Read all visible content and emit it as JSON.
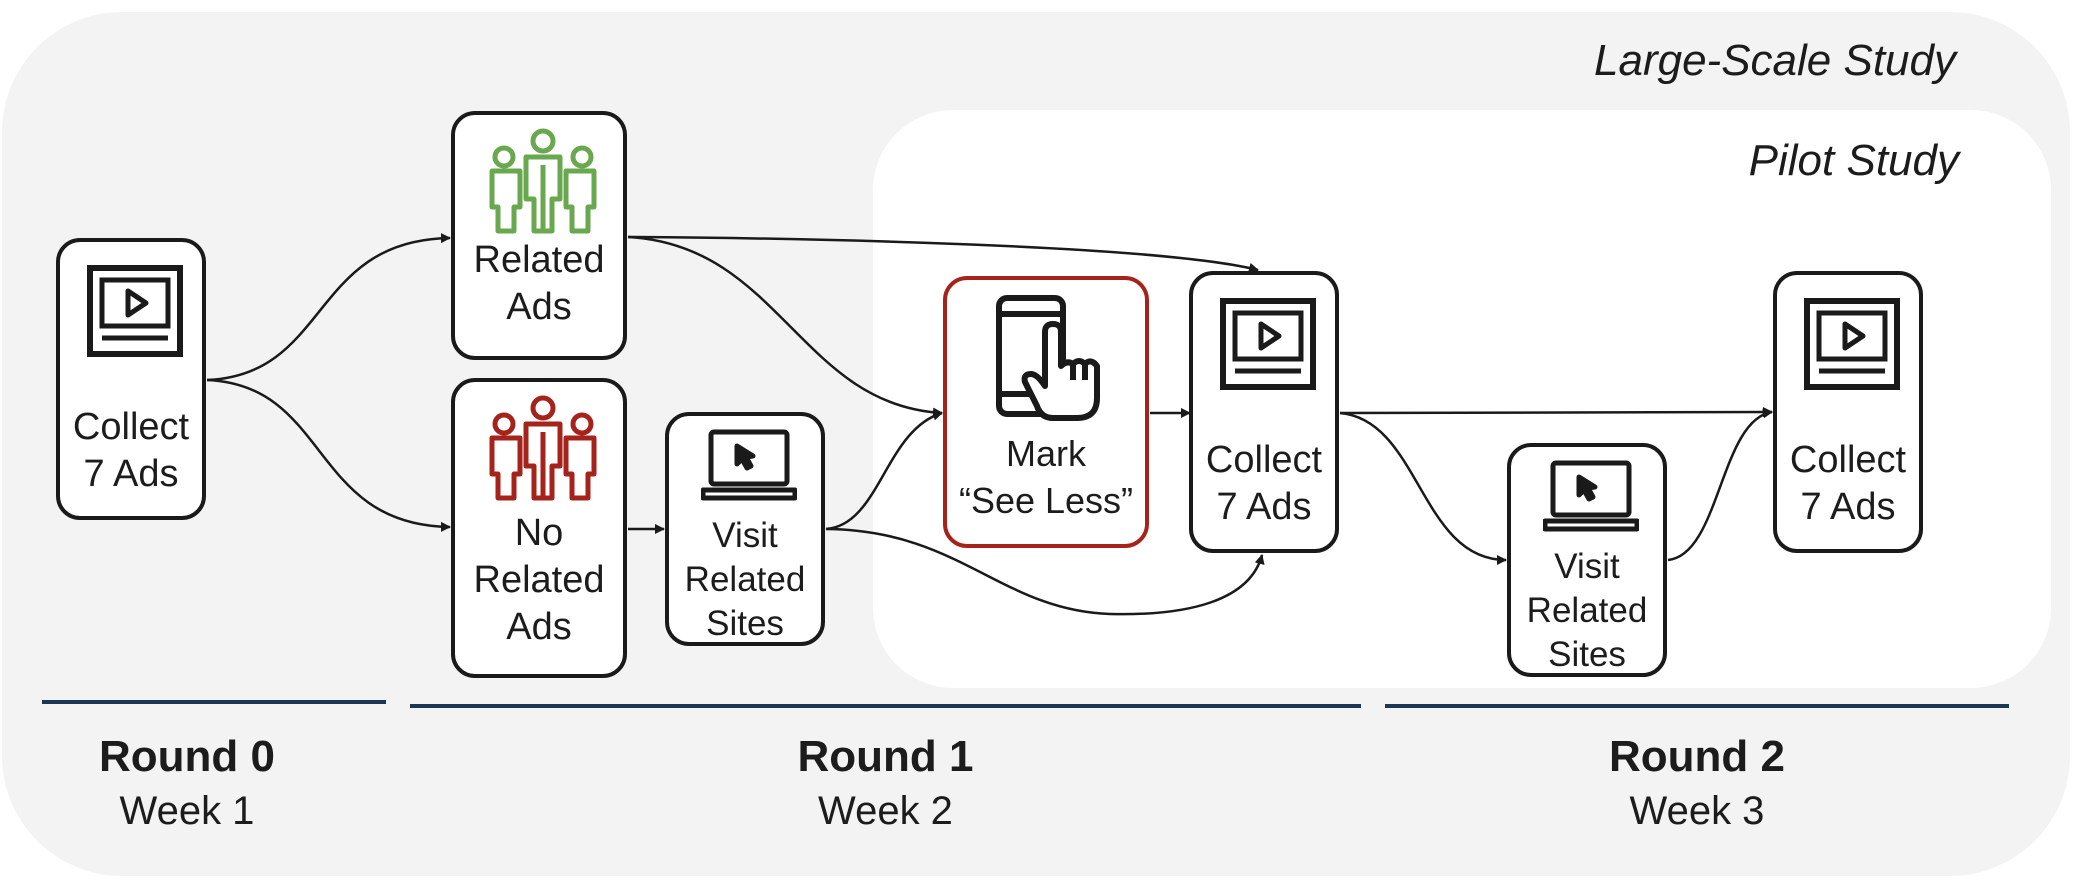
{
  "studies": {
    "large": "Large-Scale Study",
    "pilot": "Pilot Study"
  },
  "nodes": {
    "collect0": [
      "Collect",
      "7 Ads"
    ],
    "related": [
      "Related",
      "Ads"
    ],
    "norelated": [
      "No",
      "Related",
      "Ads"
    ],
    "visit1": [
      "Visit",
      "Related",
      "Sites"
    ],
    "mark": [
      "Mark",
      "“See Less”"
    ],
    "collect1": [
      "Collect",
      "7 Ads"
    ],
    "visit2": [
      "Visit",
      "Related",
      "Sites"
    ],
    "collect2": [
      "Collect",
      "7 Ads"
    ]
  },
  "rounds": [
    {
      "name": "Round 0",
      "week": "Week 1"
    },
    {
      "name": "Round 1",
      "week": "Week 2"
    },
    {
      "name": "Round 2",
      "week": "Week 3"
    }
  ],
  "colors": {
    "related_icon": "#6aa84f",
    "norelated_icon": "#a5231a",
    "mark_border": "#a5231a",
    "round_bar": "#1d3557"
  },
  "icons": {
    "collect": "video-ad-icon",
    "related": "people-group-icon",
    "visit": "laptop-cursor-icon",
    "mark": "phone-tap-icon"
  }
}
